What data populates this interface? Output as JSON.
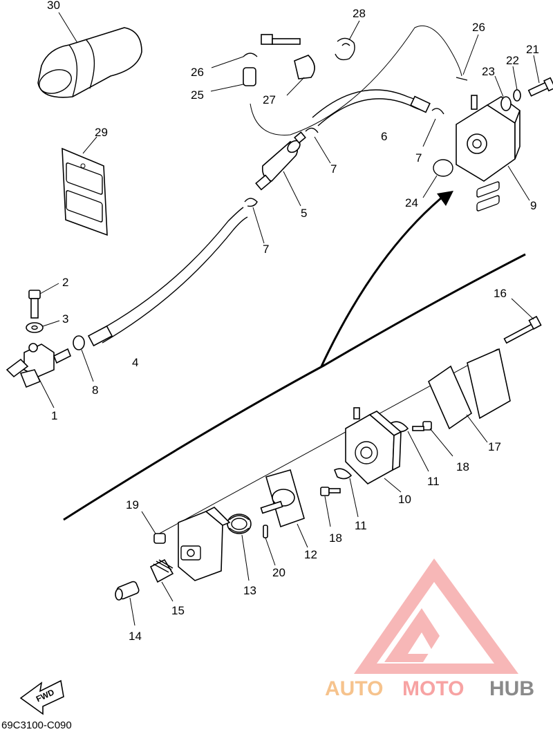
{
  "diagram_code": "69C3100-C090",
  "fwd_label": "FWD",
  "watermark": {
    "auto": "AUTO",
    "moto": "MOTO",
    "hub": "HUB"
  },
  "callouts": {
    "c1": "1",
    "c2": "2",
    "c3": "3",
    "c4": "4",
    "c5": "5",
    "c6": "6",
    "c7a": "7",
    "c7b": "7",
    "c7c": "7",
    "c8": "8",
    "c9": "9",
    "c10": "10",
    "c11a": "11",
    "c11b": "11",
    "c12": "12",
    "c13": "13",
    "c14": "14",
    "c15": "15",
    "c16": "16",
    "c17": "17",
    "c18a": "18",
    "c18b": "18",
    "c19": "19",
    "c20": "20",
    "c21": "21",
    "c22": "22",
    "c23": "23",
    "c24": "24",
    "c25": "25",
    "c26a": "26",
    "c26b": "26",
    "c27": "27",
    "c28": "28",
    "c29": "29",
    "c30": "30"
  }
}
